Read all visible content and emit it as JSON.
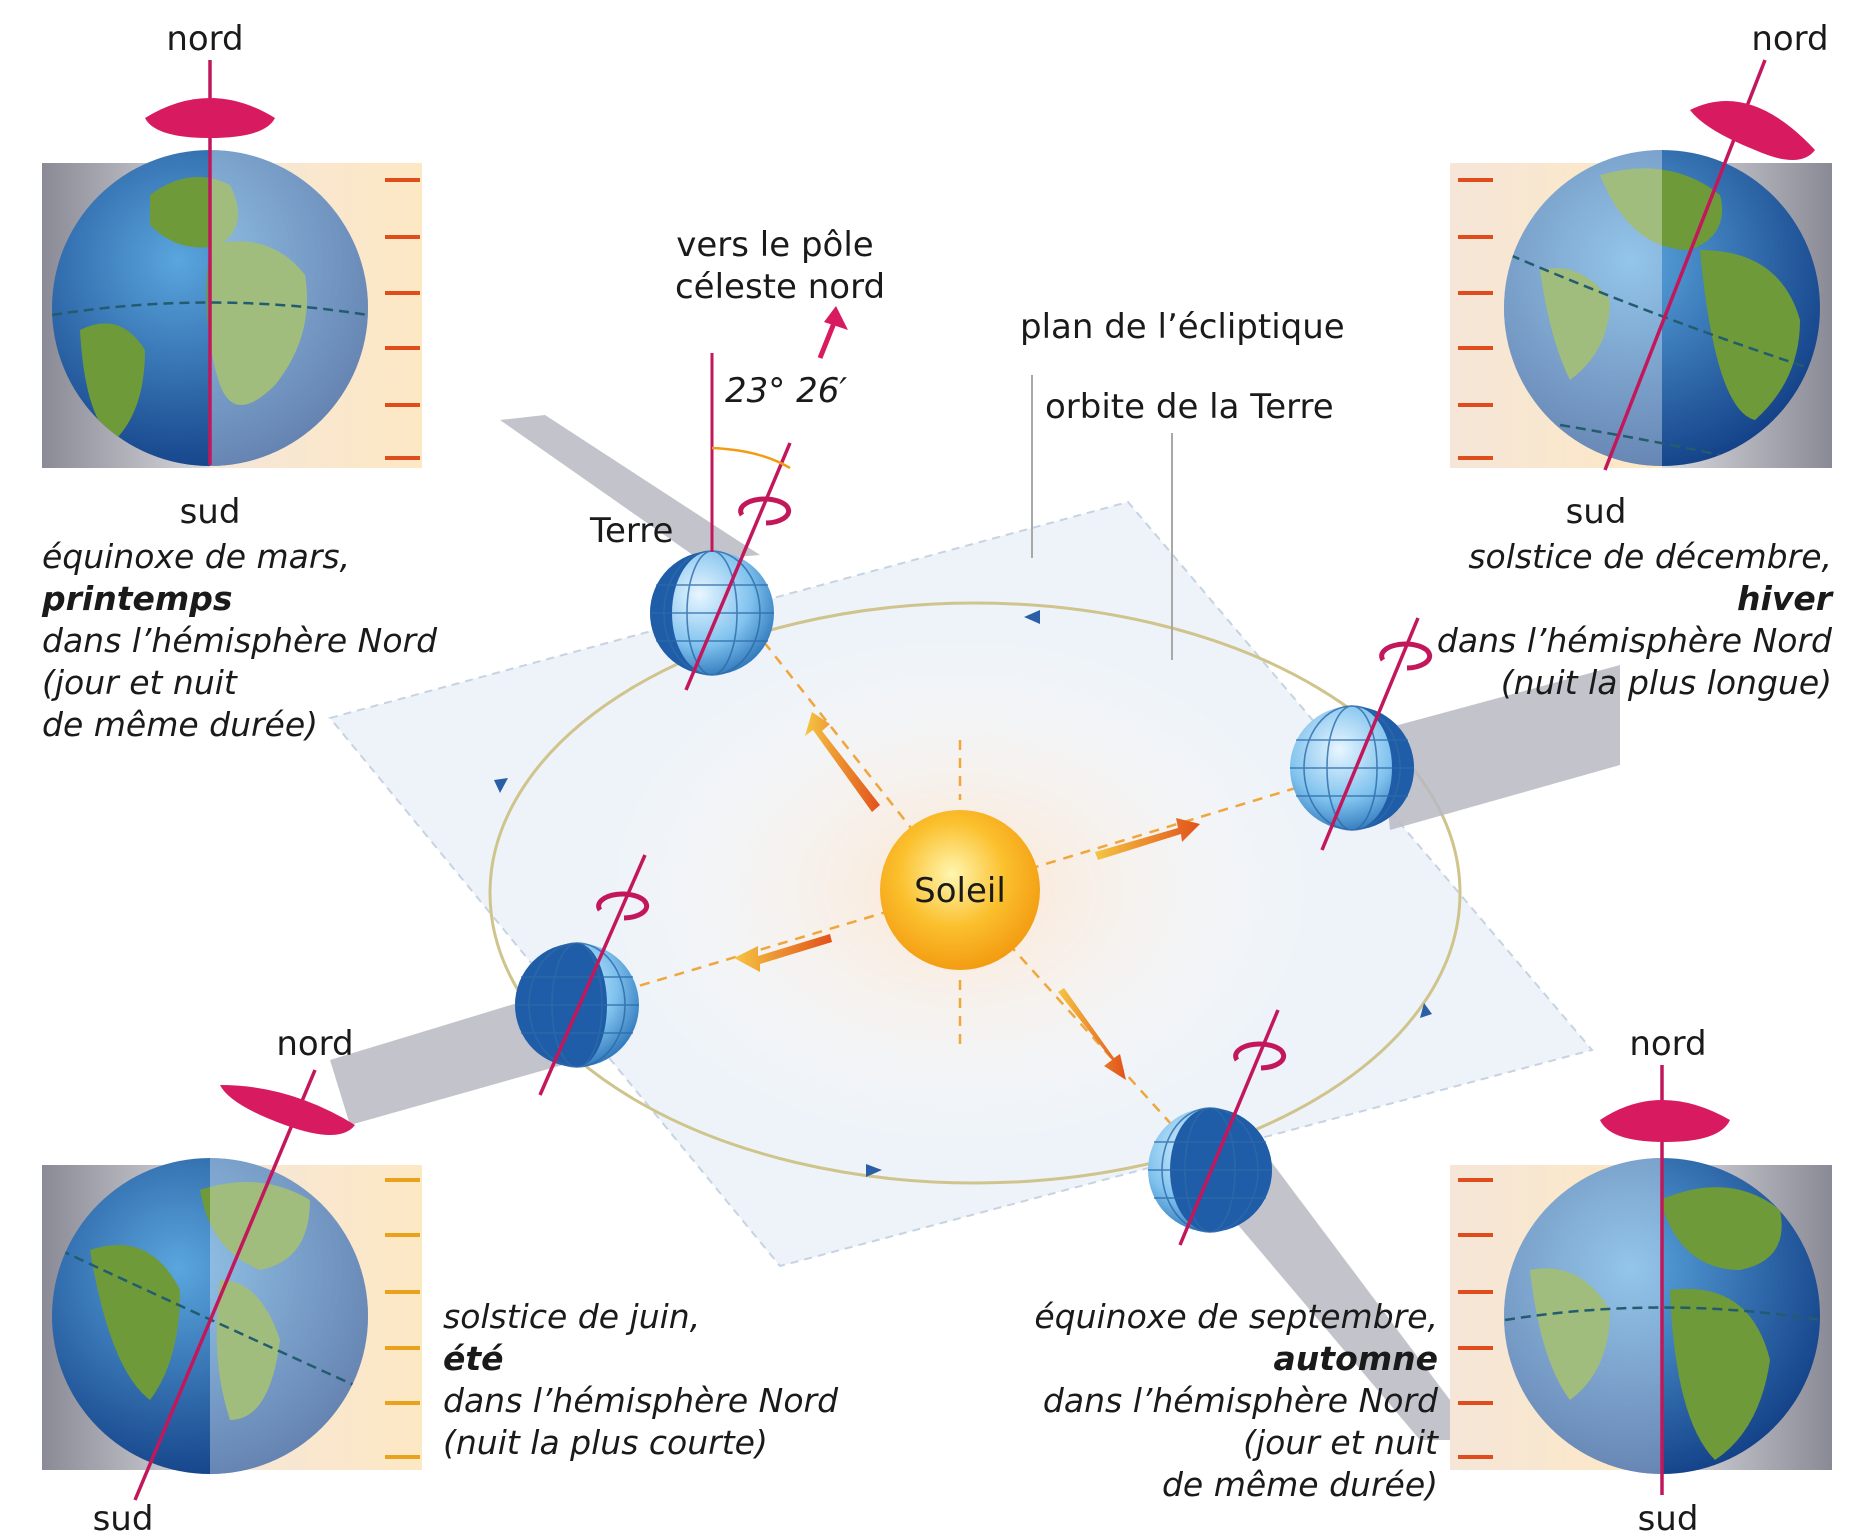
{
  "labels": {
    "north": "nord",
    "south": "sud",
    "pole_line1": "vers le pôle",
    "pole_line2": "céleste nord",
    "angle": "23° 26′",
    "earth": "Terre",
    "sun": "Soleil",
    "ecliptic": "plan de l’écliptique",
    "orbit": "orbite de la Terre"
  },
  "seasons": {
    "march": {
      "line1": "équinoxe de mars,",
      "season": "printemps",
      "line3": "dans l’hémisphère Nord",
      "line4": "(jour et nuit",
      "line5": "de même durée)"
    },
    "december": {
      "line1": "solstice de décembre,",
      "season": "hiver",
      "line3": "dans l’hémisphère Nord",
      "line4": "(nuit la plus longue)"
    },
    "june": {
      "line1": "solstice de juin,",
      "season": "été",
      "line3": "dans l’hémisphère Nord",
      "line4": "(nuit la plus courte)"
    },
    "september": {
      "line1": "équinoxe de septembre,",
      "season": "automne",
      "line3": "dans l’hémisphère Nord",
      "line4": "(jour et nuit",
      "line5": "de même durée)"
    }
  },
  "colors": {
    "axis": "#c2185b",
    "sun": "#f7b21a",
    "sunlight": "#ef5a1e",
    "ocean": "#2a6fb6",
    "land": "#6f9a3a",
    "orbit": "#c8c08a",
    "plane": "#e8eef6"
  }
}
